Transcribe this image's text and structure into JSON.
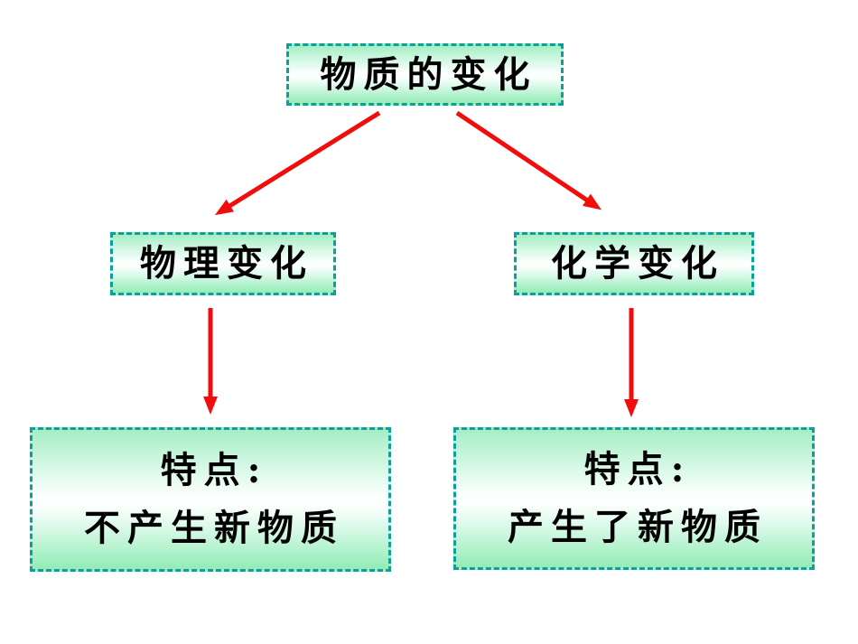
{
  "diagram": {
    "root": {
      "label": "物质的变化"
    },
    "branches": [
      {
        "id": "physical",
        "label": "物理变化",
        "feature": {
          "line1": "特点:",
          "line2": "不产生新物质"
        }
      },
      {
        "id": "chemical",
        "label": "化学变化",
        "feature": {
          "line1": "特点:",
          "line2": "产生了新物质"
        }
      }
    ],
    "connections": [
      {
        "from": "物质的变化",
        "to": "物理变化"
      },
      {
        "from": "物质的变化",
        "to": "化学变化"
      },
      {
        "from": "物理变化",
        "to": "特点: 不产生新物质"
      },
      {
        "from": "化学变化",
        "to": "特点: 产生了新物质"
      }
    ]
  },
  "colors": {
    "box_border_teal": "#0aa09b",
    "box_fill_green_top": "#a6eec6",
    "box_fill_green_bottom": "#92ecb5",
    "box_fill_highlight": "#fbfffd",
    "arrow_red": "#f20d0d",
    "text": "#000000",
    "background": "#ffffff"
  }
}
